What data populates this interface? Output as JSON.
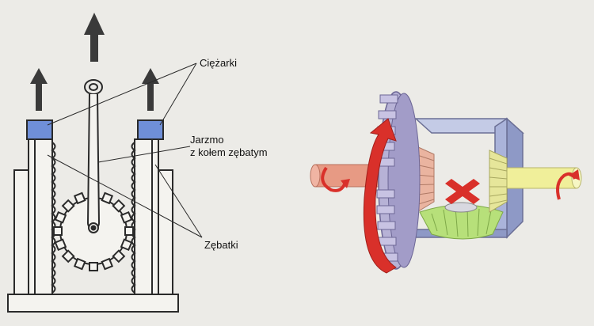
{
  "labels": {
    "weights": "Ciężarki",
    "yoke_line1": "Jarzmo",
    "yoke_line2": "z kołem zębatym",
    "racks": "Zębatki"
  },
  "colors": {
    "background": "#ecebe7",
    "weight_blue": "#6f8fd8",
    "outline": "#2a2a2a",
    "arrow_dark": "#3a3a3a",
    "ring_gear": "#b7b2d6",
    "red_arrow": "#d9302a",
    "left_shaft": "#e79a84",
    "right_shaft": "#f0ef9a",
    "green_gear": "#b7e07a",
    "yellow_gear": "#e6e69a",
    "bevel_pink": "#eab4a0",
    "cage": "#9aa6cf"
  }
}
